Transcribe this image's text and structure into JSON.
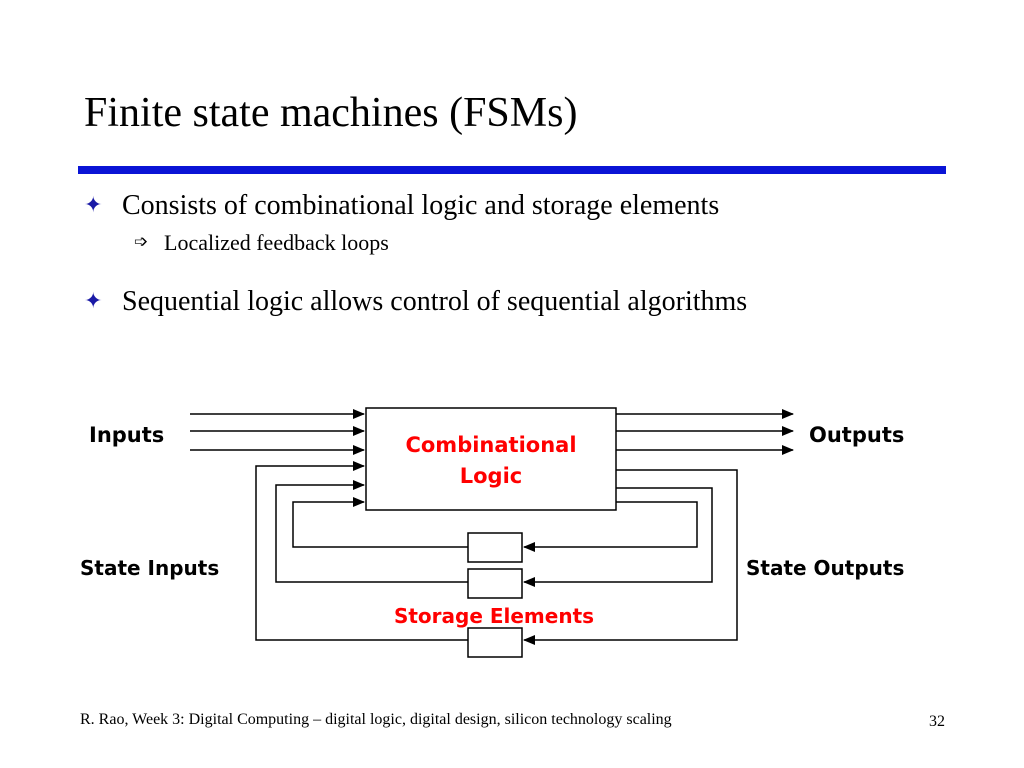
{
  "title": "Finite state machines (FSMs)",
  "colors": {
    "rule": "#0a14d6",
    "bullet": "#1a1aa6",
    "accent": "#ff0000"
  },
  "bullets": [
    {
      "icon": "four-point-star-icon",
      "text": "Consists of combinational logic and storage elements",
      "sub": [
        {
          "icon": "arrow-icon",
          "text": "Localized feedback loops"
        }
      ]
    },
    {
      "icon": "four-point-star-icon",
      "text": "Sequential logic allows control of sequential algorithms"
    }
  ],
  "diagram": {
    "inputs_label": "Inputs",
    "outputs_label": "Outputs",
    "logic_label_line1": "Combinational",
    "logic_label_line2": "Logic",
    "state_inputs_label": "State Inputs",
    "state_outputs_label": "State Outputs",
    "storage_label": "Storage Elements"
  },
  "footer": "R. Rao, Week 3: Digital Computing – digital logic, digital design, silicon technology scaling",
  "page_number": "32"
}
